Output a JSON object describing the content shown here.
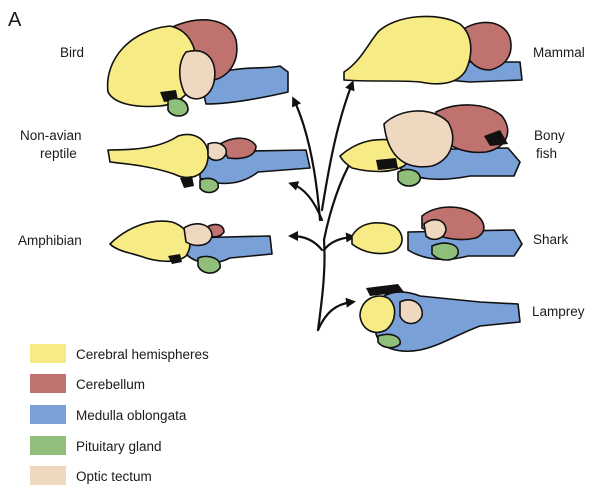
{
  "panel_label": "A",
  "species": {
    "bird": "Bird",
    "non_avian_reptile": [
      "Non-avian",
      "reptile"
    ],
    "amphibian": "Amphibian",
    "mammal": "Mammal",
    "bony_fish": [
      "Bony",
      "fish"
    ],
    "shark": "Shark",
    "lamprey": "Lamprey"
  },
  "legend": [
    {
      "label": "Cerebral hemispheres",
      "color": "#f6eb84"
    },
    {
      "label": "Cerebellum",
      "color": "#c0726e"
    },
    {
      "label": "Medulla oblongata",
      "color": "#7aa0d8"
    },
    {
      "label": "Pituitary gland",
      "color": "#8fbf7b"
    },
    {
      "label": "Optic tectum",
      "color": "#efd8c0"
    }
  ],
  "icons": [
    "arrow-icon"
  ]
}
